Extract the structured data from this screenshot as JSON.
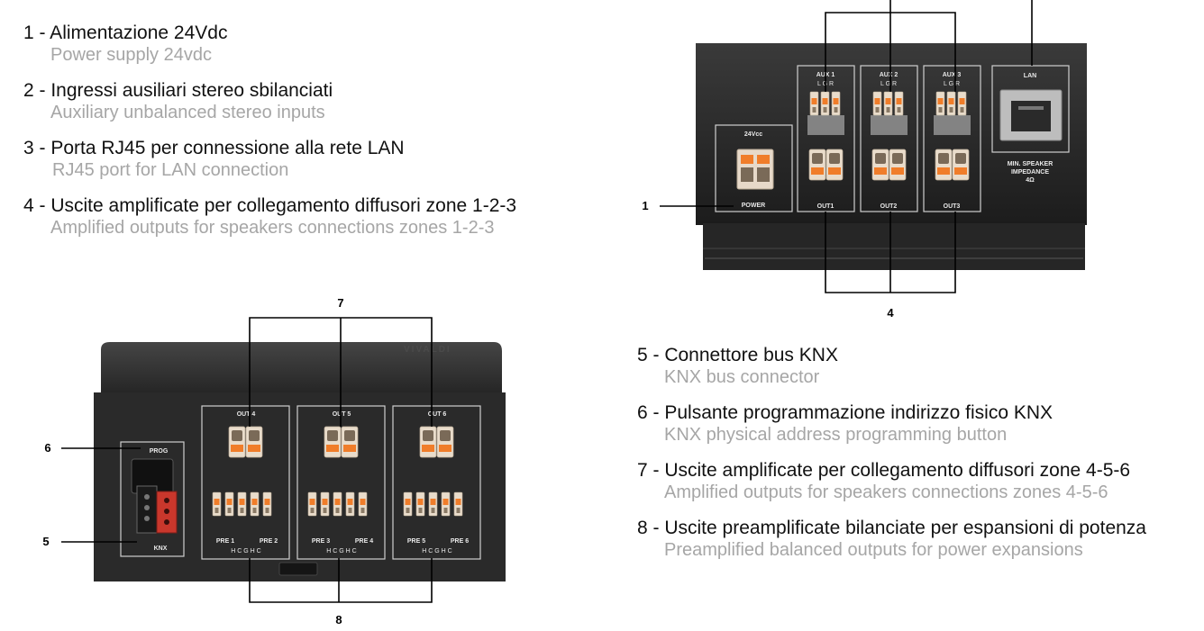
{
  "legend_top": [
    {
      "it": "1 - Alimentazione 24Vdc",
      "en": "Power supply  24vdc"
    },
    {
      "it": "2 - Ingressi ausiliari stereo sbilanciati",
      "en": "Auxiliary unbalanced stereo inputs"
    },
    {
      "it": "3 - Porta RJ45 per connessione alla rete LAN",
      "en": "RJ45 port for LAN connection"
    },
    {
      "it": "4 - Uscite amplificate per collegamento diffusori zone 1-2-3",
      "en": "Amplified outputs for speakers connections zones 1-2-3"
    }
  ],
  "legend_bottom": [
    {
      "it": "5 - Connettore bus KNX",
      "en": "KNX bus connector"
    },
    {
      "it": "6 - Pulsante programmazione indirizzo fisico KNX",
      "en": "KNX physical address programming button"
    },
    {
      "it": "7 - Uscite amplificate per collegamento diffusori zone 4-5-6",
      "en": "Amplified outputs for speakers connections zones 4-5-6"
    },
    {
      "it": "8 - Uscite preamplificate bilanciate per espansioni di potenza",
      "en": "Preamplified balanced outputs for power expansions"
    }
  ],
  "callouts": {
    "n1": "1",
    "n4": "4",
    "n5": "5",
    "n6": "6",
    "n7": "7",
    "n8": "8"
  },
  "device_top": {
    "power_title": "24Vcc",
    "power_label": "POWER",
    "aux": [
      "AUX 1",
      "AUX 2",
      "AUX 3"
    ],
    "lgr": "L   G   R",
    "outs": [
      "OUT1",
      "OUT2",
      "OUT3"
    ],
    "lan": "LAN",
    "impedance": [
      "MIN. SPEAKER",
      "IMPEDANCE",
      "4Ω"
    ]
  },
  "device_bottom": {
    "brand": "VIVALDI",
    "prog": "PROG",
    "knx": "KNX",
    "outs": [
      "OUT 4",
      "OUT 5",
      "OUT 6"
    ],
    "pre": [
      [
        "PRE 1",
        "PRE 2"
      ],
      [
        "PRE 3",
        "PRE 4"
      ],
      [
        "PRE 5",
        "PRE 6"
      ]
    ],
    "hcg": "H  C  G  H  C"
  },
  "colors": {
    "body": "#2b2b2b",
    "face": "#1f1f1f",
    "connector": "#e7d9c9",
    "tab": "#f07d2a",
    "knx_red": "#c9372c"
  }
}
